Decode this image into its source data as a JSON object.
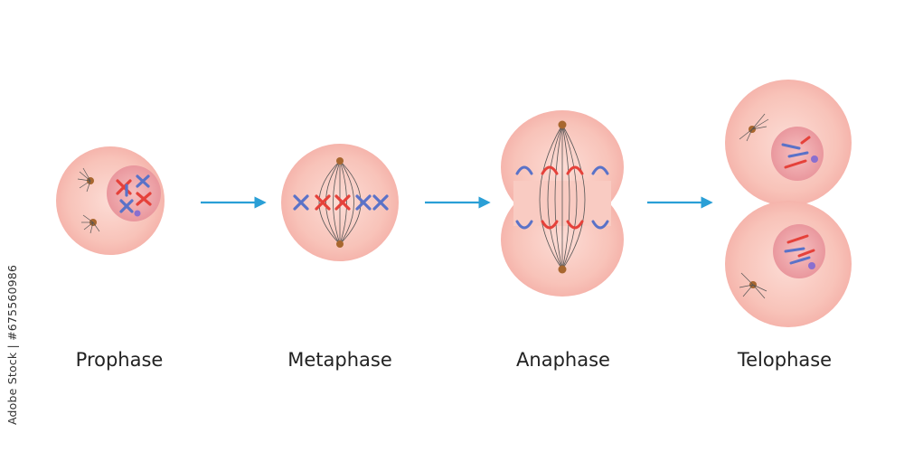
{
  "stages": [
    {
      "label": "Prophase"
    },
    {
      "label": "Metaphase"
    },
    {
      "label": "Anaphase"
    },
    {
      "label": "Telophase"
    }
  ],
  "stock_id": "Adobe Stock | #675560986",
  "colors": {
    "cell_fill": "#f7b9b0",
    "cell_center": "#fbd6cf",
    "nucleus_fill": "#ec9aa0",
    "arrow": "#2a9fd6",
    "chromosome_red": "#e5413a",
    "chromosome_blue": "#5a72c8",
    "centrosome": "#a8672f",
    "spindle": "#555555"
  },
  "icons": [
    "arrow-right-icon",
    "centrosome-icon",
    "chromosome-icon"
  ]
}
